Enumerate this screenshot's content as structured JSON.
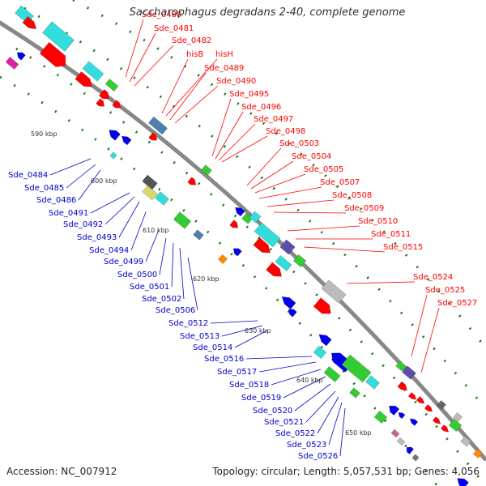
{
  "title": "Saccharophagus degradans 2-40, complete genome",
  "footer": {
    "accession": "Accession: NC_007912",
    "summary": "Topology: circular; Length: 5,057,531 bp; Genes: 4,056"
  },
  "colors": {
    "backbone": "#888888",
    "forward_label": "#ff0000",
    "reverse_label": "#0000cc",
    "tick": "#1a7a1a",
    "red": "#ff0000",
    "blue": "#0000ee",
    "cyan": "#33dddd",
    "steel": "#4f7fb0",
    "lime": "#33cc33",
    "purple": "#5c4fa8",
    "gray": "#bbbbbb",
    "orange": "#ff8800",
    "khaki": "#d8d86a"
  },
  "scale_labels": [
    "590 kbp",
    "600 kbp",
    "610 kbp",
    "620 kbp",
    "630 kbp",
    "640 kbp",
    "650 kbp"
  ],
  "forward_genes": [
    "Sde_0480",
    "Sde_0481",
    "Sde_0482",
    "hisB",
    "hisH",
    "Sde_0489",
    "Sde_0490",
    "Sde_0495",
    "Sde_0496",
    "Sde_0497",
    "Sde_0498",
    "Sde_0503",
    "Sde_0504",
    "Sde_0505",
    "Sde_0507",
    "Sde_0508",
    "Sde_0509",
    "Sde_0510",
    "Sde_0511",
    "Sde_0515",
    "Sde_0524",
    "Sde_0525",
    "Sde_0527"
  ],
  "reverse_genes": [
    "Sde_0484",
    "Sde_0485",
    "Sde_0486",
    "Sde_0491",
    "Sde_0492",
    "Sde_0493",
    "Sde_0494",
    "Sde_0499",
    "Sde_0500",
    "Sde_0501",
    "Sde_0502",
    "Sde_0506",
    "Sde_0512",
    "Sde_0513",
    "Sde_0514",
    "Sde_0516",
    "Sde_0517",
    "Sde_0518",
    "Sde_0519",
    "Sde_0520",
    "Sde_0521",
    "Sde_0522",
    "Sde_0523",
    "Sde_0526"
  ]
}
